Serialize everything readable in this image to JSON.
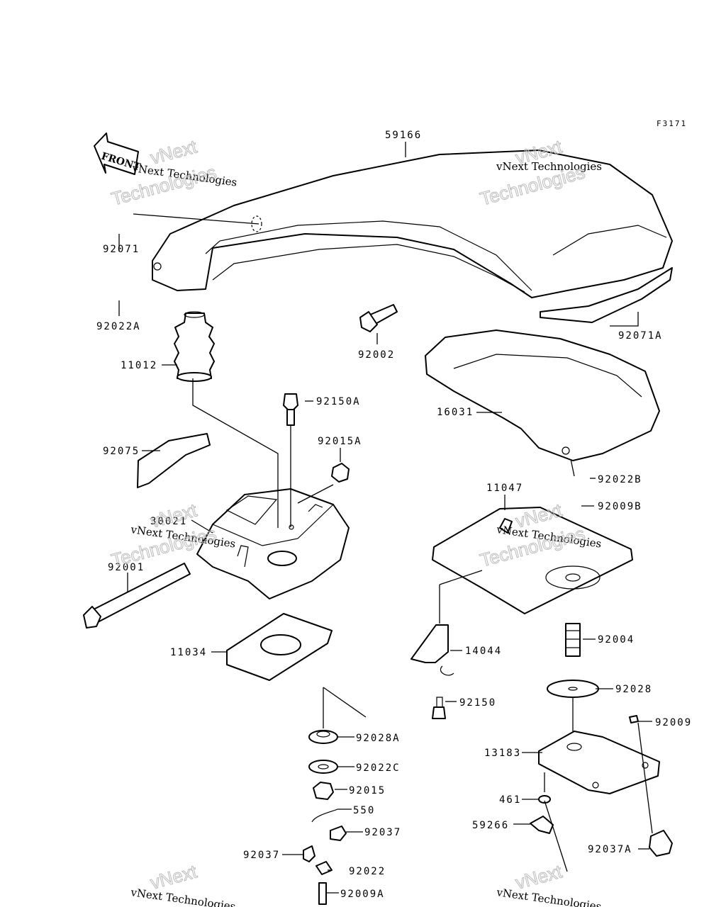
{
  "figure_code": "F3171",
  "front_label": "FRONT",
  "watermark": {
    "company": "vNext Technologies",
    "top": "vNext",
    "bottom": "Technologies"
  },
  "parts": [
    {
      "id": "59166"
    },
    {
      "id": "92071"
    },
    {
      "id": "92022A"
    },
    {
      "id": "92002"
    },
    {
      "id": "92071A"
    },
    {
      "id": "11012"
    },
    {
      "id": "16031"
    },
    {
      "id": "92150A"
    },
    {
      "id": "92015A"
    },
    {
      "id": "92075"
    },
    {
      "id": "92022B"
    },
    {
      "id": "92009B"
    },
    {
      "id": "11047"
    },
    {
      "id": "30021"
    },
    {
      "id": "92001"
    },
    {
      "id": "92004"
    },
    {
      "id": "14044"
    },
    {
      "id": "11034"
    },
    {
      "id": "92028"
    },
    {
      "id": "92150"
    },
    {
      "id": "92009"
    },
    {
      "id": "92028A"
    },
    {
      "id": "13183"
    },
    {
      "id": "92022C"
    },
    {
      "id": "92015"
    },
    {
      "id": "461"
    },
    {
      "id": "550"
    },
    {
      "id": "59266"
    },
    {
      "id": "92037"
    },
    {
      "id": "92037"
    },
    {
      "id": "92037A"
    },
    {
      "id": "92022"
    },
    {
      "id": "92009A"
    }
  ]
}
